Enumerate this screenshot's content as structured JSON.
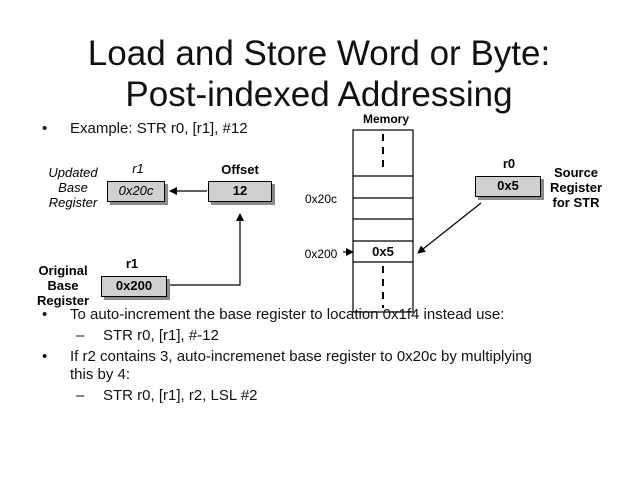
{
  "title": {
    "line1": "Load and Store Word or Byte:",
    "line2": "Post-indexed Addressing"
  },
  "bullets": {
    "example": "Example: STR r0, [r1], #12",
    "b2": "To auto-increment the base register to location 0x1f4 instead use:",
    "b2_sub": "STR r0, [r1], #-12",
    "b3_line1": "If r2 contains 3, auto-incremenet base register to 0x20c by multiplying",
    "b3_line2": "this by 4:",
    "b3_sub": "STR r0, [r1], r2, LSL #2",
    "dot": "•",
    "dash": "–"
  },
  "diagram": {
    "memory_label": "Memory",
    "updated_base_label": [
      "Updated",
      "Base",
      "Register"
    ],
    "r1_updated_name": "r1",
    "r1_updated_value": "0x20c",
    "offset_label": "Offset",
    "offset_value": "12",
    "original_base_label": [
      "Original",
      "Base",
      "Register"
    ],
    "r1_original_name": "r1",
    "r1_original_value": "0x200",
    "address_20c": "0x20c",
    "address_200": "0x200",
    "memory_cell_value": "0x5",
    "r0_name": "r0",
    "r0_value": "0x5",
    "source_label": [
      "Source",
      "Register",
      "for STR"
    ]
  }
}
